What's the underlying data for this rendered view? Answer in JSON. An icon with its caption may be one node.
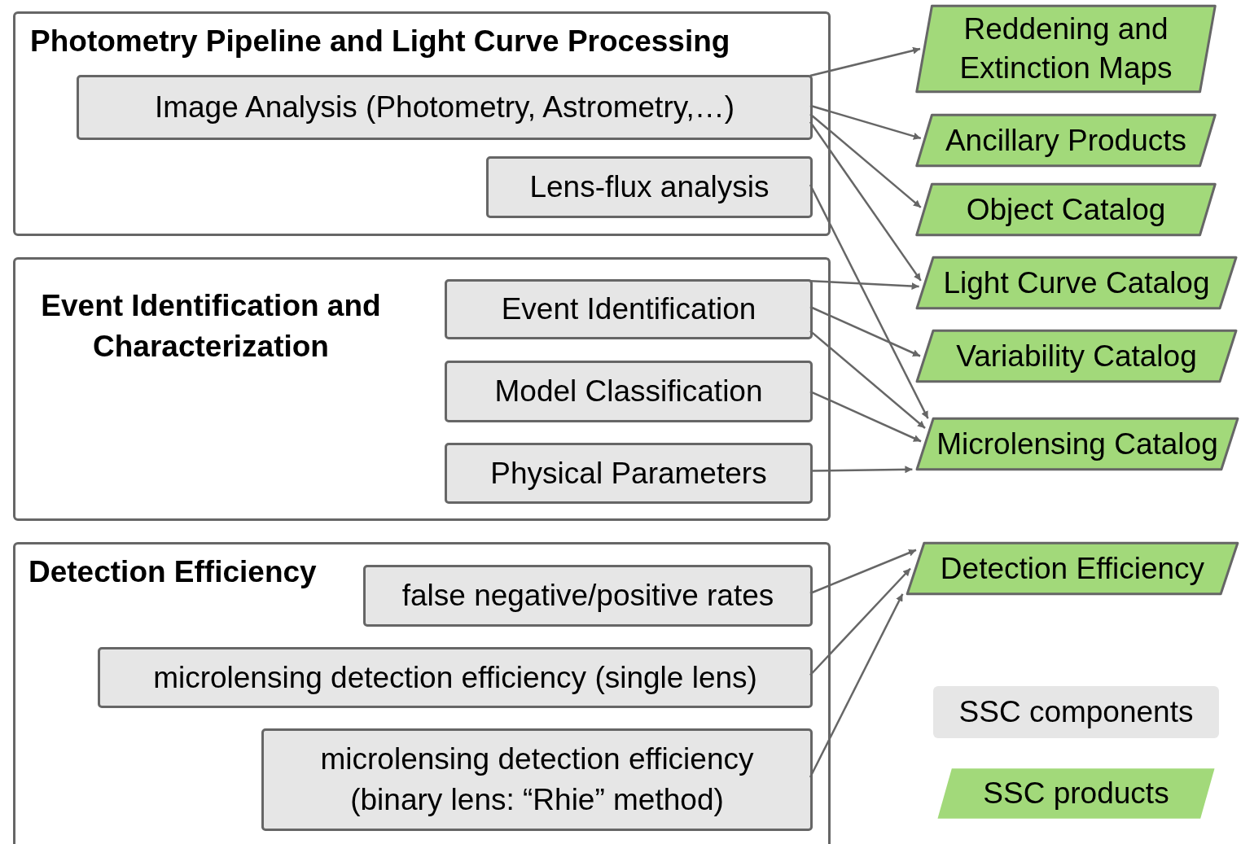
{
  "diagram": {
    "nodes": [
      {
        "text": [
          "Photometry Pipeline and Light Curve Processing"
        ]
      },
      {
        "text": [
          "Image Analysis (Photometry, Astrometry,…)"
        ],
        "in": 0
      },
      {
        "text": [
          "Lens-flux analysis"
        ],
        "in": 0
      },
      {
        "text": [
          "Event Identification and Characterization"
        ]
      },
      {
        "text": [
          "Event Identification"
        ],
        "in": 3
      },
      {
        "text": [
          "Model Classification"
        ],
        "in": 3
      },
      {
        "text": [
          "Physical Parameters"
        ],
        "in": 3
      },
      {
        "text": [
          "Detection Efficiency"
        ]
      },
      {
        "text": [
          "false negative/positive rates"
        ],
        "in": 7
      },
      {
        "text": [
          "microlensing detection efficiency (single lens)"
        ],
        "in": 7
      },
      {
        "text": [
          "microlensing detection efficiency (binary lens: “Rhie” method)"
        ],
        "in": 7
      },
      {
        "text": [
          "Reddening and Extinction Maps"
        ]
      },
      {
        "text": [
          "Ancillary Products"
        ]
      },
      {
        "text": [
          "Object Catalog"
        ]
      },
      {
        "text": [
          "Light Curve Catalog"
        ]
      },
      {
        "text": [
          "Variability Catalog"
        ]
      },
      {
        "text": [
          "Microlensing Catalog"
        ]
      },
      {
        "text": [
          "Detection Efficiency"
        ]
      }
    ],
    "edges": [
      {
        "from": 1,
        "to": 11,
        "arrow": "to"
      },
      {
        "from": 1,
        "to": 12,
        "arrow": "to"
      },
      {
        "from": 1,
        "to": 13,
        "arrow": "to"
      },
      {
        "from": 1,
        "to": 14,
        "arrow": "to"
      },
      {
        "from": 2,
        "to": 16,
        "arrow": "to"
      },
      {
        "from": 4,
        "to": 14,
        "arrow": "to"
      },
      {
        "from": 4,
        "to": 15,
        "arrow": "to"
      },
      {
        "from": 4,
        "to": 16,
        "arrow": "to"
      },
      {
        "from": 5,
        "to": 16,
        "arrow": "to"
      },
      {
        "from": 6,
        "to": 16,
        "arrow": "to"
      },
      {
        "from": 8,
        "to": 17,
        "arrow": "to"
      },
      {
        "from": 9,
        "to": 17,
        "arrow": "to"
      },
      {
        "from": 10,
        "to": 17,
        "arrow": "to"
      }
    ],
    "legend": [
      {
        "text": "SSC components",
        "color": "#e6e6e6"
      },
      {
        "text": "SSC products",
        "color": "#a2d97a"
      }
    ]
  }
}
